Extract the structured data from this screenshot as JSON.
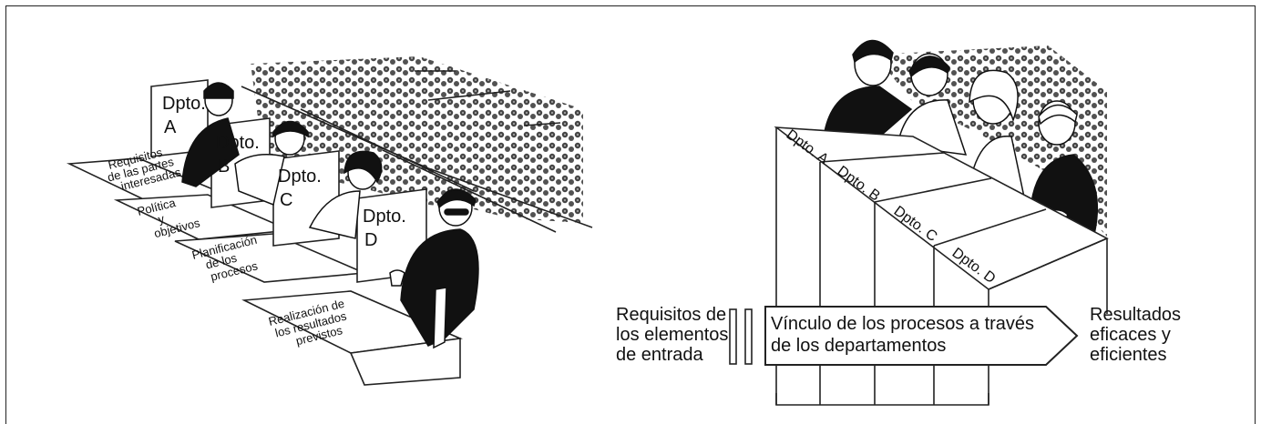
{
  "left_illustration": {
    "departments": [
      "Dpto. A",
      "Dpto. B",
      "Dpto. C",
      "Dpto. D"
    ],
    "stages": [
      [
        "Requisitos",
        "de las partes",
        "interesadas"
      ],
      [
        "Política",
        "y",
        "objetivos"
      ],
      [
        "Planificación",
        "de los",
        "procesos"
      ],
      [
        "Realización de",
        "los resultados",
        "previstos"
      ]
    ]
  },
  "right_illustration": {
    "departments": [
      "Dpto. A",
      "Dpto. B",
      "Dpto. C",
      "Dpto. D"
    ],
    "input_label": [
      "Requisitos de",
      "los elementos",
      "de entrada"
    ],
    "arrow_label": [
      "Vínculo de los procesos a través",
      "de los departamentos"
    ],
    "output_label": [
      "Resultados",
      "eficaces y",
      "eficientes"
    ]
  }
}
